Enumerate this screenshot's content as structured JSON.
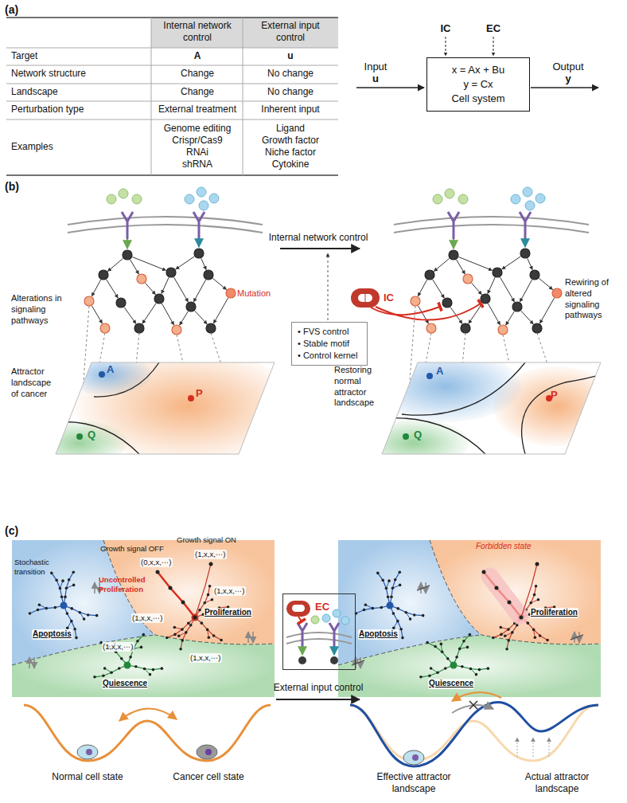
{
  "diagram": {
    "nodes": [
      {
        "text": [
          "x = Ax + Bu",
          "y = Cx",
          "Cell system"
        ]
      },
      {
        "text": [
          "• FVS control",
          "• Stable motif",
          "• Control kernel"
        ]
      },
      {
        "text": [
          "EC"
        ]
      }
    ],
    "labels": [
      "(a)",
      "Internal network control",
      "External input control",
      "Target",
      "A",
      "u",
      "Network structure",
      "Change",
      "No change",
      "Landscape",
      "Change",
      "No change",
      "Perturbation type",
      "External treatment",
      "Inherent input",
      "Examples",
      "Genome editing",
      "Crispr/Cas9",
      "RNAi",
      "shRNA",
      "Ligand",
      "Growth factor",
      "Niche factor",
      "Cytokine",
      "IC",
      "EC",
      "Input",
      "u",
      "Output",
      "y",
      "(b)",
      "Alterations in signaling pathways",
      "Attractor landscape of cancer",
      "A",
      "P",
      "Q",
      "Mutation",
      "Internal network control",
      "IC",
      "Rewiring of altered signaling pathways",
      "Restoring normal attractor landscape",
      "A",
      "P",
      "Q",
      "(c)",
      "Growth signal OFF",
      "Growth signal ON",
      "(0,x,x,⋯)",
      "(1,x,x,⋯)",
      "Uncontrolled Proliferation",
      "Stochastic transition",
      "(1,x,x,⋯)",
      "(1,x,x,⋯)",
      "(1,x,x,⋯)",
      "(1,x,x,⋯)",
      "Proliferation",
      "Apoptosis",
      "Quiescence",
      "Normal cell state",
      "Cancer cell state",
      "External input control",
      "Forbidden state",
      "Proliferation",
      "Apoptosis",
      "Quiescence",
      "Effective attractor landscape",
      "Actual attractor landscape"
    ]
  }
}
